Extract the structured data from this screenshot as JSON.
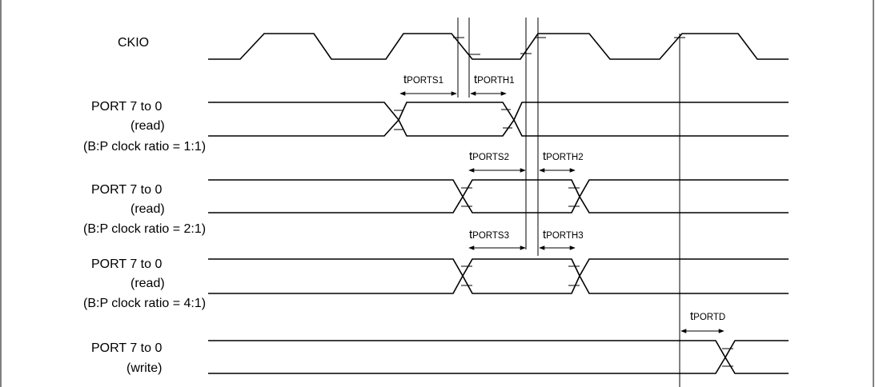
{
  "signals": {
    "ckio": "CKIO",
    "port_read_1": {
      "name": "PORT 7 to 0",
      "mode": "(read)",
      "ratio": "(B:P clock ratio = 1:1)"
    },
    "port_read_2": {
      "name": "PORT 7 to 0",
      "mode": "(read)",
      "ratio": "(B:P clock ratio = 2:1)"
    },
    "port_read_3": {
      "name": "PORT 7 to 0",
      "mode": "(read)",
      "ratio": "(B:P clock ratio = 4:1)"
    },
    "port_write": {
      "name": "PORT 7 to 0",
      "mode": "(write)"
    }
  },
  "timing_labels": {
    "ports1": {
      "prefix": "t",
      "sub": "PORTS1"
    },
    "porth1": {
      "prefix": "t",
      "sub": "PORTH1"
    },
    "ports2": {
      "prefix": "t",
      "sub": "PORTS2"
    },
    "porth2": {
      "prefix": "t",
      "sub": "PORTH2"
    },
    "ports3": {
      "prefix": "t",
      "sub": "PORTS3"
    },
    "porth3": {
      "prefix": "t",
      "sub": "PORTH3"
    },
    "portd": {
      "prefix": "t",
      "sub": "PORTD"
    }
  }
}
